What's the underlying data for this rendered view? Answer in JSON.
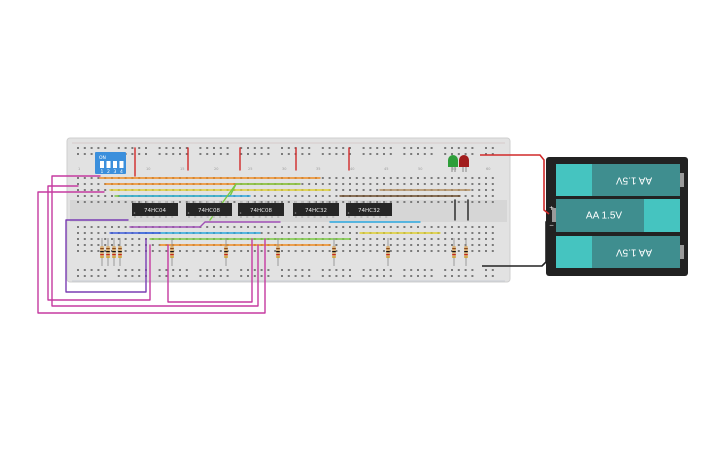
{
  "dip_switch": {
    "label": "ON",
    "positions": [
      "1",
      "2",
      "3",
      "4"
    ]
  },
  "chips": [
    "74HC04",
    "74HC08",
    "74HC08",
    "74HC32",
    "74HC32"
  ],
  "battery": {
    "cells": [
      "AA 1.5V",
      "AA 1.5V",
      "AA 1.5V"
    ],
    "cell_orientation": [
      "flipped",
      "normal",
      "flipped"
    ]
  },
  "leds": [
    {
      "name": "green-led",
      "color": "#2e9e3a"
    },
    {
      "name": "red-led",
      "color": "#a11d1d"
    }
  ],
  "breadboard_column_numbers": [
    "1",
    "5",
    "10",
    "15",
    "20",
    "25",
    "30",
    "35",
    "40",
    "45",
    "50",
    "55",
    "60"
  ],
  "colors": {
    "board": "#e2e2e2",
    "battery_case": "#222222",
    "battery_cell": "#3f8e8f",
    "battery_cap": "#45c4c0",
    "dip_body": "#3b8fdc",
    "chip_body": "#262626"
  }
}
